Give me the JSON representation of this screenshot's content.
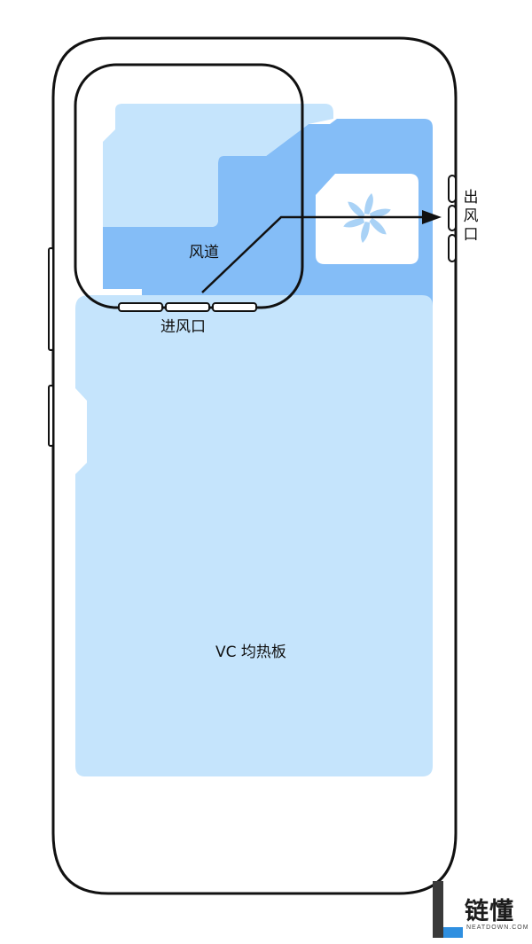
{
  "labels": {
    "duct": "风道",
    "inlet": "进风口",
    "outlet": "出风口",
    "vc_plate": "VC 均热板"
  },
  "watermark": {
    "brand": "链懂",
    "domain": "NEATDOWN.COM"
  },
  "colors": {
    "outline": "#111111",
    "light_blue": "#c5e4fc",
    "mid_blue": "#84bdf7",
    "fan_blue": "#a9d2f6",
    "logo_dark": "#3a3a3a",
    "logo_blue": "#2f8fe0"
  }
}
